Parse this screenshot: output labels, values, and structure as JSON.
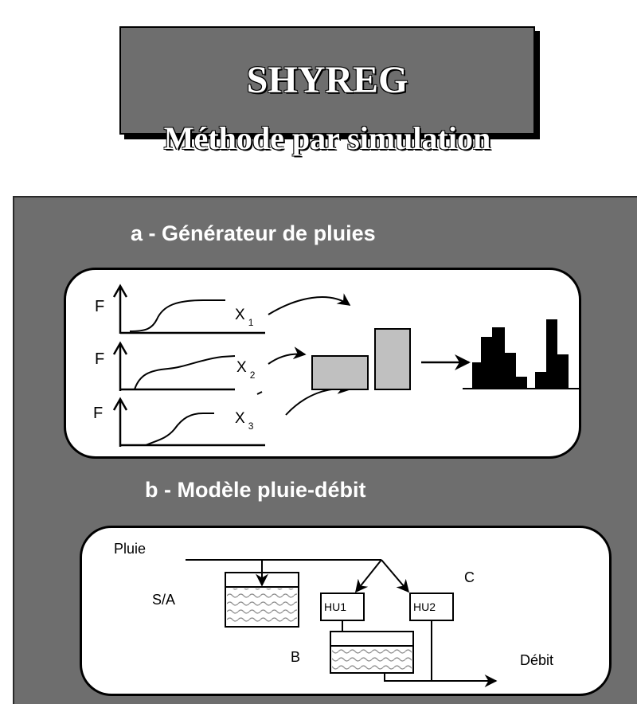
{
  "title": {
    "main": "SHYREG",
    "subtitle": "Méthode par simulation"
  },
  "section_a": {
    "heading": "a - Générateur de pluies",
    "axis_labels": [
      "F",
      "F",
      "F"
    ],
    "variables": [
      {
        "base": "X",
        "index": "1"
      },
      {
        "base": "X",
        "index": "2"
      },
      {
        "base": "X",
        "index": "3"
      }
    ]
  },
  "section_b": {
    "heading": "b - Modèle pluie-débit",
    "labels": {
      "rain": "Pluie",
      "sa": "S/A",
      "hu1": "HU1",
      "hu2": "HU2",
      "c": "C",
      "b": "B",
      "flow": "Débit"
    }
  },
  "colors": {
    "panel": "#6e6e6e",
    "box_fill": "#c0c0c0",
    "hatch": "#8c8c8c"
  }
}
